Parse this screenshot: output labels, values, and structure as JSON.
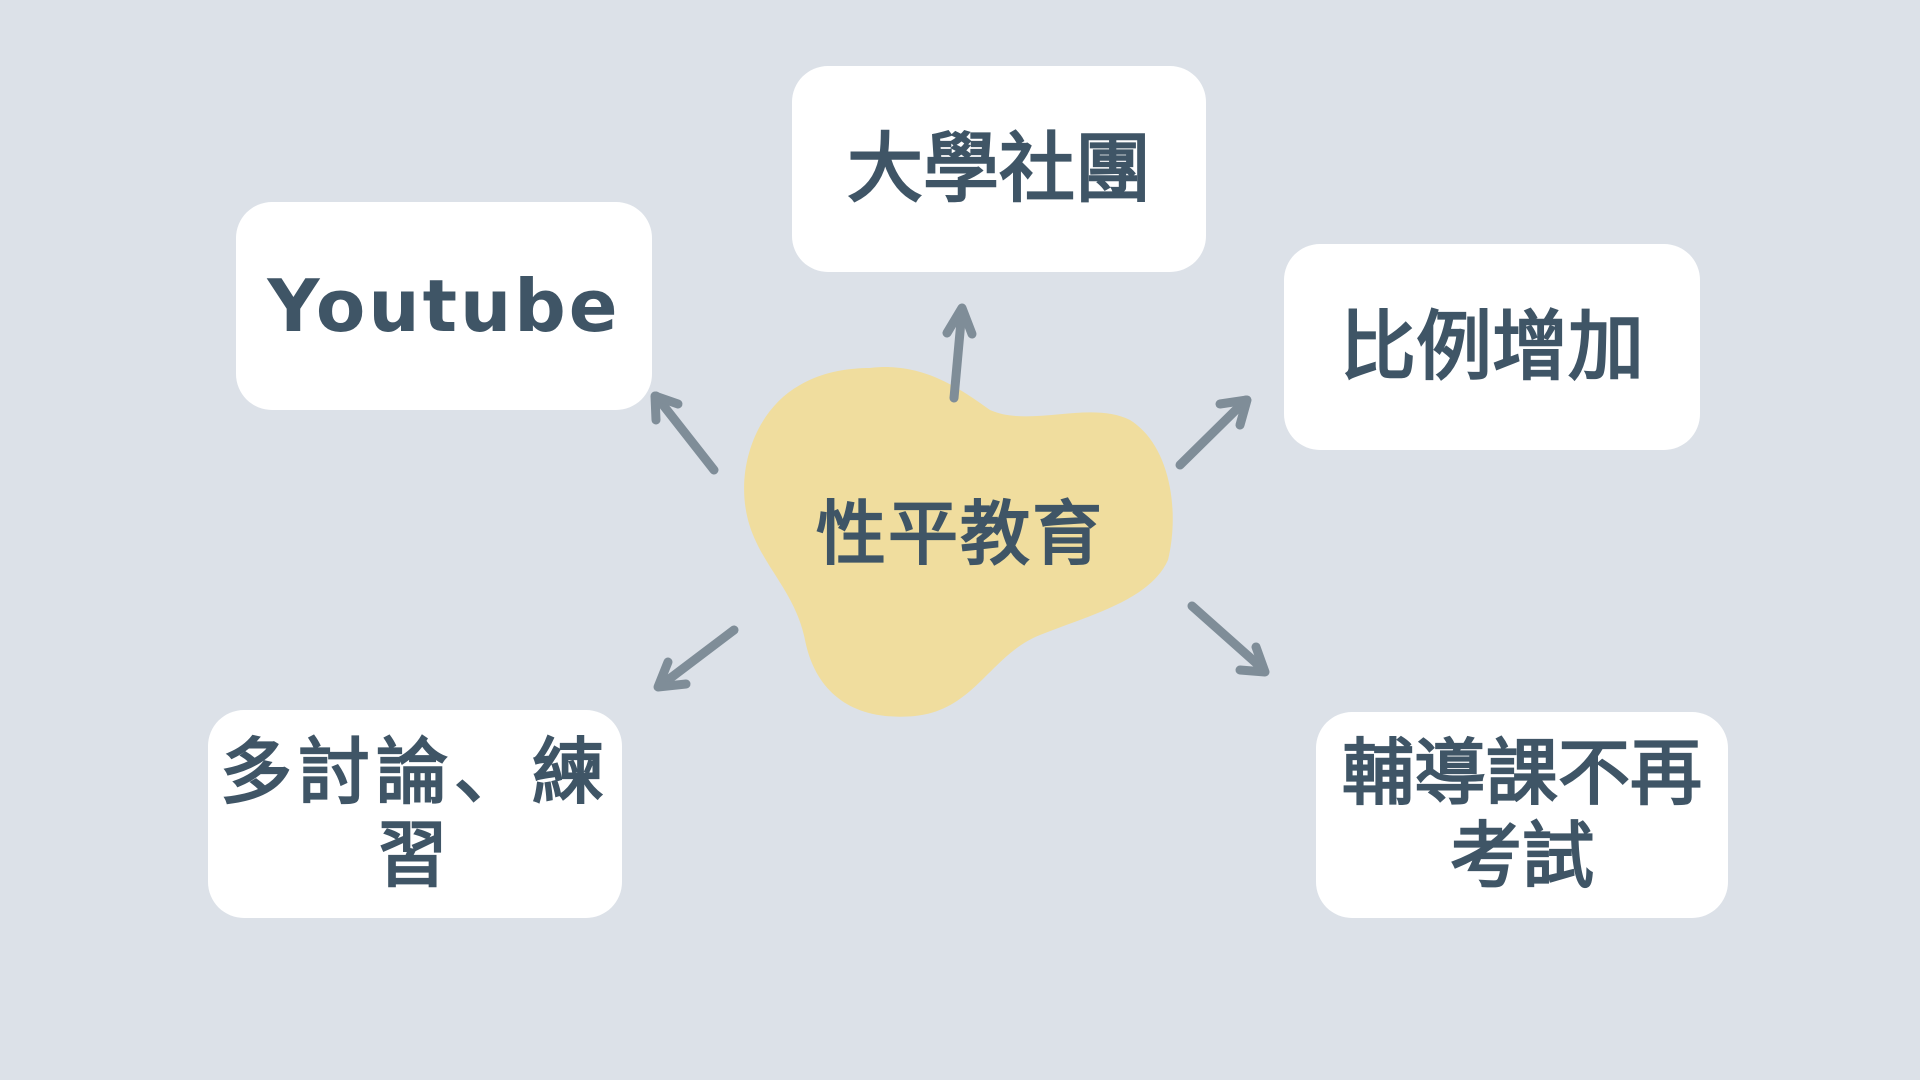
{
  "center": {
    "label": "性平教育",
    "color": "#f0dd9e"
  },
  "nodes": {
    "club": "大學社團",
    "youtube": "Youtube",
    "ratio": "比例增加",
    "discuss_line1": "多討論、練",
    "discuss_line2": "習",
    "tutoring_line1": "輔導課不再",
    "tutoring_line2": "考試"
  },
  "colors": {
    "background": "#dce1e8",
    "card": "#ffffff",
    "text": "#3f5566",
    "arrow": "#7f8d98"
  }
}
